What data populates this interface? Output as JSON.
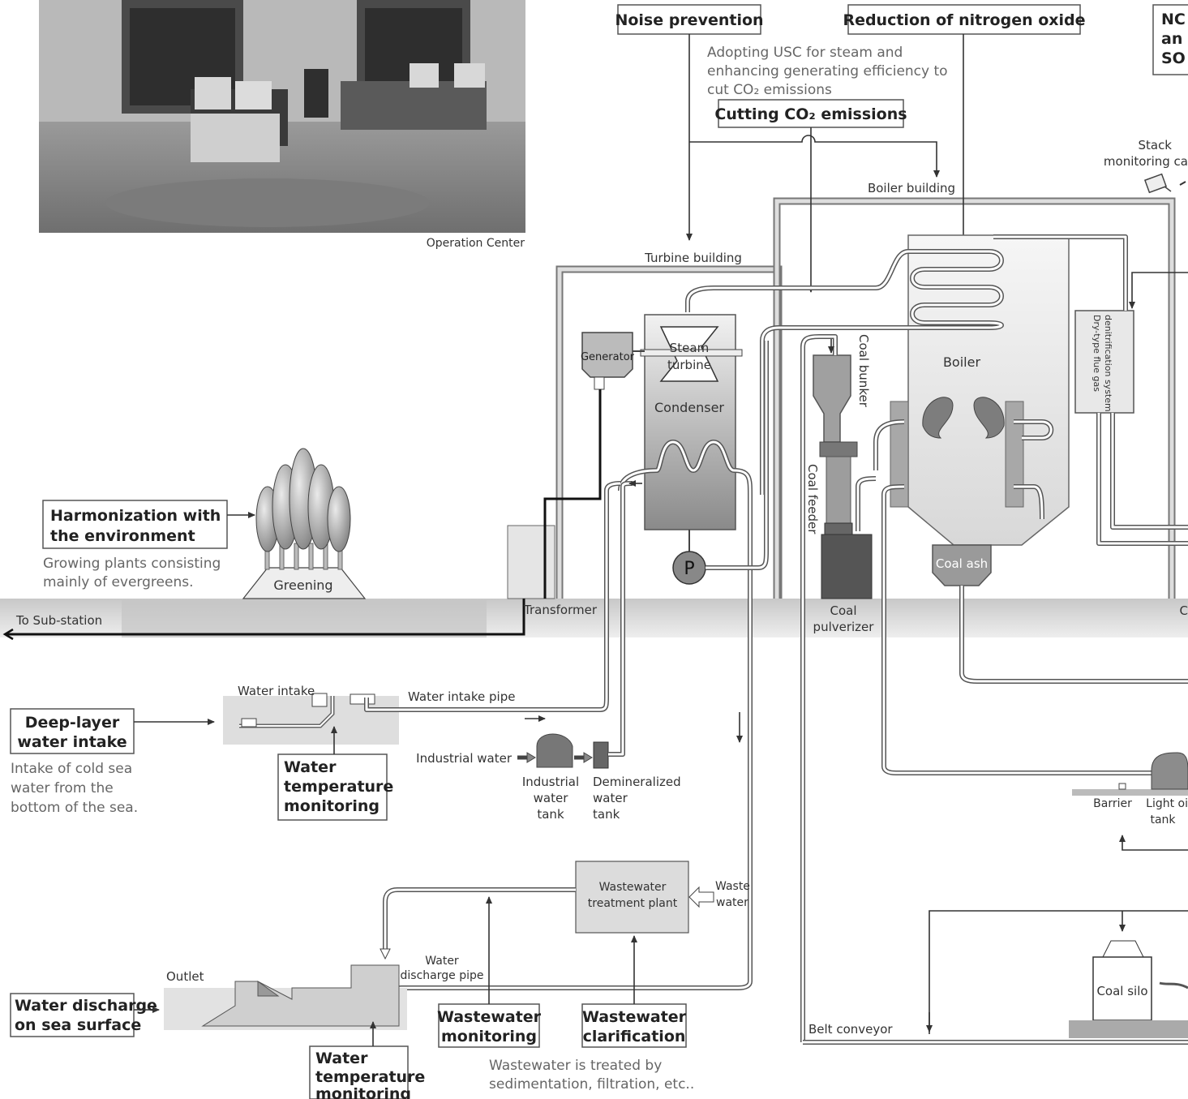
{
  "photo": {
    "caption": "Operation Center"
  },
  "callouts": {
    "noise_prevention": "Noise prevention",
    "reduction_nox": "Reduction of nitrogen oxide",
    "nox_sox_partial_1": "NC",
    "nox_sox_partial_2": "an",
    "nox_sox_partial_3": "SO",
    "usc_note_1": "Adopting USC for steam and",
    "usc_note_2": "enhancing generating efficiency to",
    "usc_note_3": "cut CO₂ emissions",
    "cutting_co2": "Cutting CO₂ emissions",
    "harmonization_1": "Harmonization with",
    "harmonization_2": "the environment",
    "greening_note_1": "Growing plants consisting",
    "greening_note_2": "mainly of evergreens.",
    "deep_layer_1": "Deep-layer",
    "deep_layer_2": "water intake",
    "intake_note_1": "Intake of cold sea",
    "intake_note_2": "water from the",
    "intake_note_3": "bottom of the sea.",
    "wtm_1": "Water",
    "wtm_2": "temperature",
    "wtm_3": "monitoring",
    "discharge_1": "Water discharge",
    "discharge_2": "on sea surface",
    "wtm2_1": "Water",
    "wtm2_2": "temperature",
    "wtm2_3": "monitoring",
    "ww_monitoring_1": "Wastewater",
    "ww_monitoring_2": "monitoring",
    "ww_clarification_1": "Wastewater",
    "ww_clarification_2": "clarification",
    "ww_note_1": "Wastewater is treated by",
    "ww_note_2": "sedimentation, filtration, etc.."
  },
  "labels": {
    "stack_monitoring_1": "Stack",
    "stack_monitoring_2": "monitoring ca",
    "boiler_building": "Boiler building",
    "turbine_building": "Turbine building",
    "generator": "Generator",
    "steam": "Steam",
    "turbine": "turbine",
    "condenser": "Condenser",
    "pump": "P",
    "coal_bunker": "Coal bunker",
    "coal_feeder": "Coal feeder",
    "boiler": "Boiler",
    "coal_ash": "Coal ash",
    "denitrification_1": "Dry-type flue gas",
    "denitrification_2": "denitrification system",
    "greening": "Greening",
    "transformer": "Transformer",
    "to_substation": "To Sub-station",
    "coal_pulverizer_1": "Coal",
    "coal_pulverizer_2": "pulverizer",
    "edge_c": "C",
    "water_intake": "Water intake",
    "water_intake_pipe": "Water intake pipe",
    "industrial_water": "Industrial water",
    "industrial_tank_1": "Industrial",
    "industrial_tank_2": "water",
    "industrial_tank_3": "tank",
    "demin_1": "Demineralized",
    "demin_2": "water",
    "demin_3": "tank",
    "barrier": "Barrier",
    "light_oil_1": "Light oi",
    "light_oil_2": "tank",
    "ww_plant_1": "Wastewater",
    "ww_plant_2": "treatment plant",
    "waste_water_1": "Waste",
    "waste_water_2": "water",
    "outlet": "Outlet",
    "discharge_pipe_1": "Water",
    "discharge_pipe_2": "discharge pipe",
    "coal_silo": "Coal silo",
    "belt_conveyor": "Belt conveyor"
  }
}
